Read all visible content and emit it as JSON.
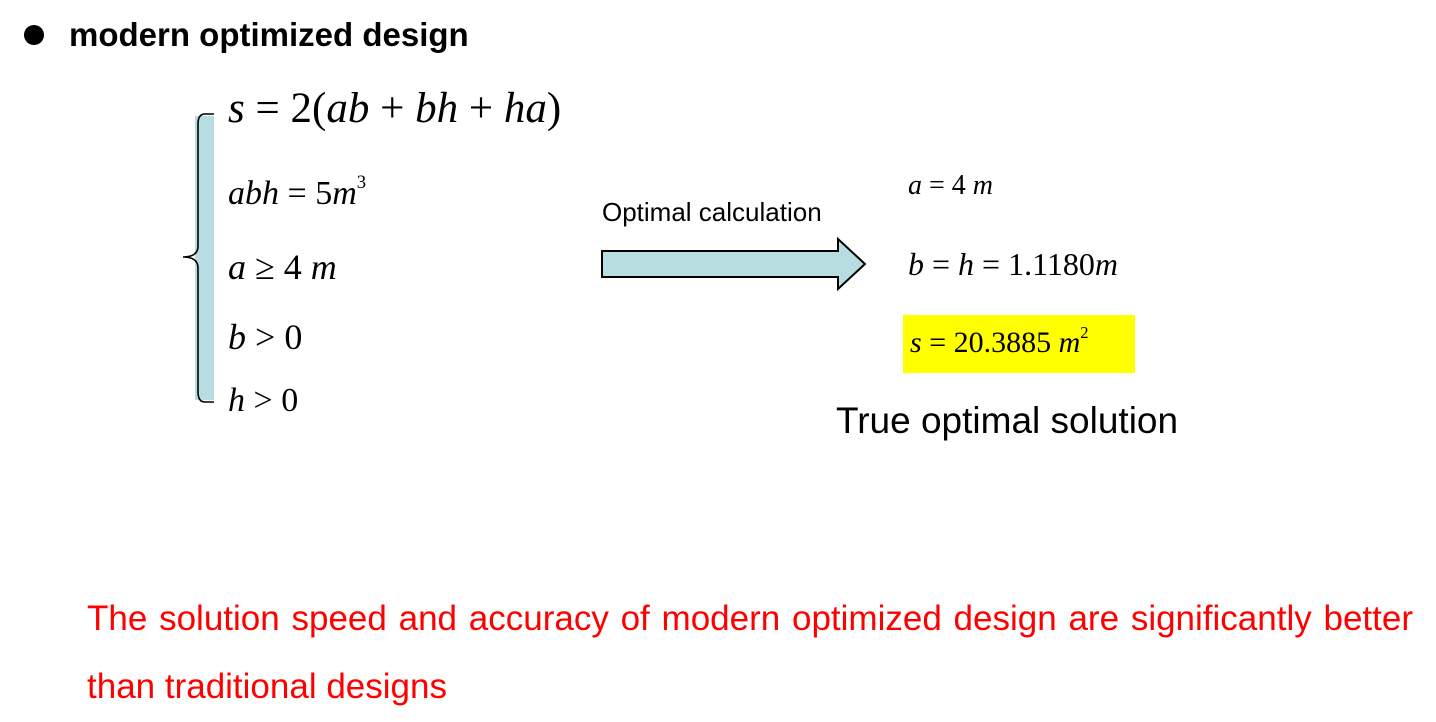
{
  "heading": {
    "text": "modern optimized design"
  },
  "model": {
    "objective": {
      "lhs": "s",
      "rel": "=",
      "coef": "2(",
      "t1": "ab",
      "op1": "+",
      "t2": "bh",
      "op2": "+",
      "t3": "ha",
      "close": ")"
    },
    "constraints": [
      {
        "lhs": "abh",
        "rel": "=",
        "value": "5",
        "unit": "m",
        "exp": "3"
      },
      {
        "lhs": "a",
        "rel": "≥",
        "value": "4",
        "unit": "m"
      },
      {
        "lhs": "b",
        "rel": ">",
        "value": "0"
      },
      {
        "lhs": "h",
        "rel": ">",
        "value": "0"
      }
    ]
  },
  "arrow": {
    "label": "Optimal calculation",
    "fill_color": "#b7dde0"
  },
  "results": {
    "a": {
      "lhs": "a",
      "rel": "=",
      "value": "4",
      "unit": "m"
    },
    "bh": {
      "lhs1": "b",
      "rel1": "=",
      "lhs2": "h",
      "rel2": "=",
      "value": "1.1180",
      "unit": "m"
    },
    "s": {
      "lhs": "s",
      "rel": "=",
      "value": "20.3885",
      "unit": "m",
      "exp": "2",
      "highlight_color": "#ffff00"
    }
  },
  "solution_label": "True optimal solution",
  "conclusion": {
    "text": "The solution speed and accuracy of modern optimized design are significantly better than traditional designs",
    "color": "#ff0000"
  }
}
